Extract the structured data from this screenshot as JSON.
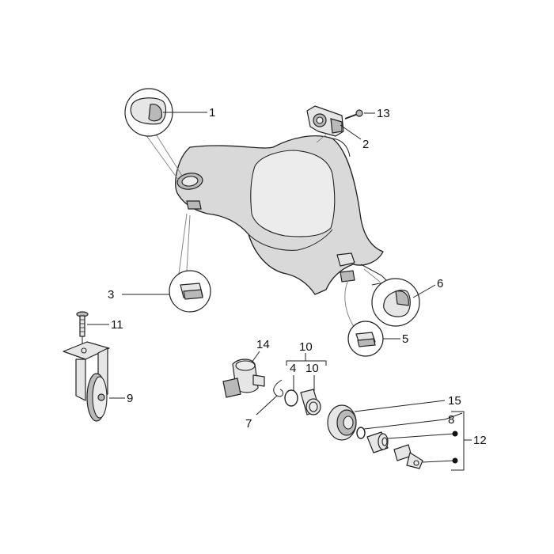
{
  "labels": {
    "l1": "1",
    "l2": "2",
    "l3": "3",
    "l4": "4",
    "l5": "5",
    "l6": "6",
    "l7": "7",
    "l8": "8",
    "l9": "9",
    "l10a": "10",
    "l10b": "10",
    "l11": "11",
    "l12": "12",
    "l13": "13",
    "l14": "14",
    "l15": "15"
  }
}
